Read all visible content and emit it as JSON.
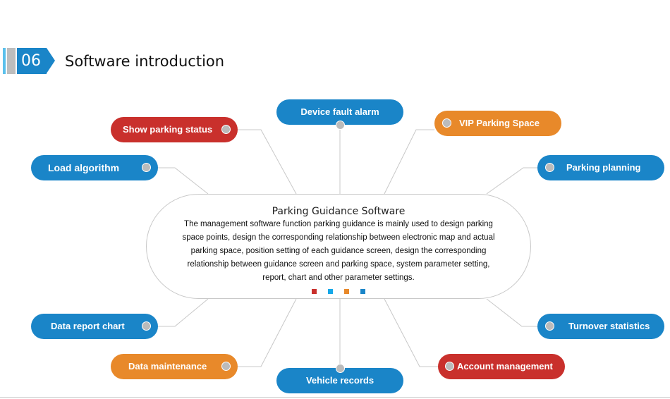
{
  "header": {
    "number": "06",
    "title": "Software introduction"
  },
  "center": {
    "title": "Parking Guidance Software",
    "body": "The management software function parking guidance is mainly used to design parking space points, design the corresponding relationship between electronic map and actual parking space, position setting of each guidance screen, design the corresponding relationship between guidance screen and parking space, system parameter setting, report, chart and other parameter settings."
  },
  "colors": {
    "blue": "#1a85c8",
    "red": "#c9302c",
    "orange": "#e8892a",
    "light_blue": "#16a8e8"
  },
  "nodes": [
    "Show parking status",
    "Device fault alarm",
    "VIP Parking Space",
    "Load algorithm",
    "Parking planning",
    "Data report chart",
    "Turnover statistics",
    "Data maintenance",
    "Vehicle records",
    "Account management"
  ]
}
